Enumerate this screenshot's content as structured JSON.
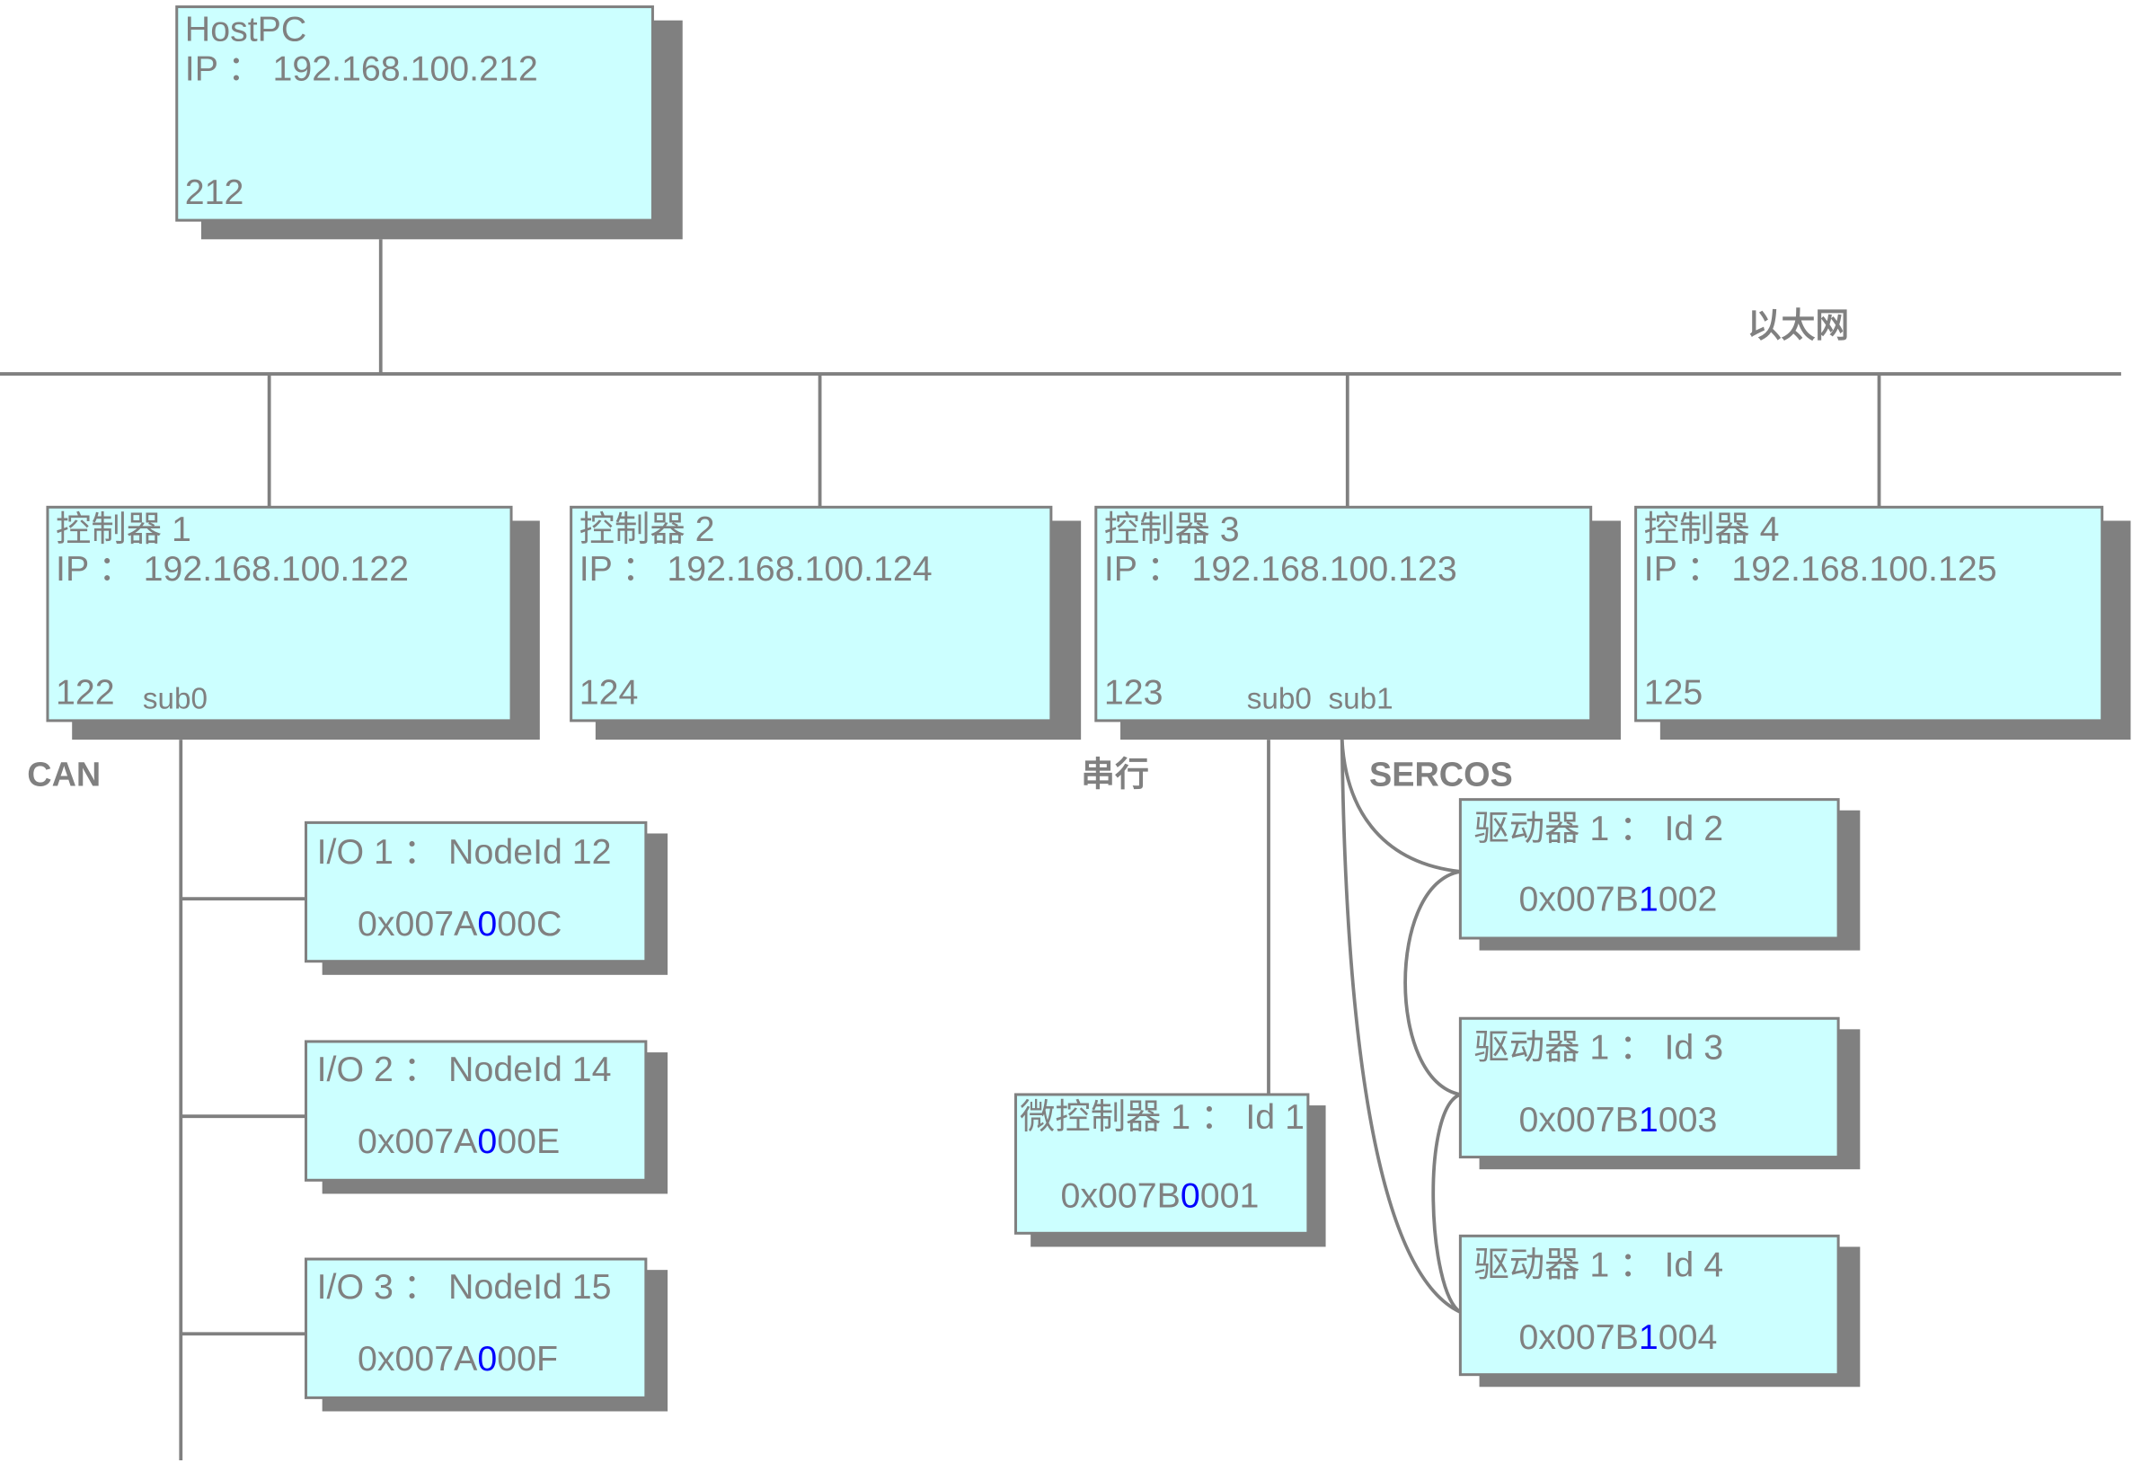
{
  "colors": {
    "box_fill": "#ccffff",
    "line": "#808080",
    "text": "#808080",
    "highlight": "#0000ff"
  },
  "network_labels": {
    "ethernet": "以太网",
    "can": "CAN",
    "serial": "串行",
    "sercos": "SERCOS"
  },
  "host": {
    "title": "HostPC",
    "ip": "IP ： 192.168.100.212",
    "id": "212"
  },
  "controllers": [
    {
      "title": "控制器 1",
      "ip": "IP ： 192.168.100.122",
      "id": "122",
      "subs": "sub0"
    },
    {
      "title": "控制器 2",
      "ip": "IP ： 192.168.100.124",
      "id": "124"
    },
    {
      "title": "控制器 3",
      "ip": "IP ： 192.168.100.123",
      "id": "123",
      "subs": "sub0  sub1"
    },
    {
      "title": "控制器 4",
      "ip": "IP ： 192.168.100.125",
      "id": "125"
    }
  ],
  "io_modules": [
    {
      "title": "I/O 1 ： NodeId 12",
      "hex_pre": "0x007A",
      "hex_hl": "0",
      "hex_post": "00C"
    },
    {
      "title": "I/O 2 ： NodeId 14",
      "hex_pre": "0x007A",
      "hex_hl": "0",
      "hex_post": "00E"
    },
    {
      "title": "I/O 3 ： NodeId 15",
      "hex_pre": "0x007A",
      "hex_hl": "0",
      "hex_post": "00F"
    }
  ],
  "microcontroller": {
    "title": "微控制器 1 ： Id 1",
    "hex_pre": "0x007B",
    "hex_hl": "0",
    "hex_post": "001"
  },
  "drives": [
    {
      "title": "驱动器 1 ： Id 2",
      "hex_pre": "0x007B",
      "hex_hl": "1",
      "hex_post": "002"
    },
    {
      "title": "驱动器 1 ： Id 3",
      "hex_pre": "0x007B",
      "hex_hl": "1",
      "hex_post": "003"
    },
    {
      "title": "驱动器 1 ： Id 4",
      "hex_pre": "0x007B",
      "hex_hl": "1",
      "hex_post": "004"
    }
  ]
}
